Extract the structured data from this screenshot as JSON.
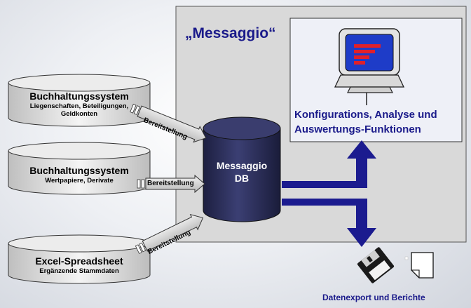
{
  "title": "„Messaggio“",
  "sources": [
    {
      "title": "Buchhaltungssystem",
      "subtitle_lines": [
        "Liegenschaften, Beteiligungen,",
        "Geldkonten"
      ]
    },
    {
      "title": "Buchhaltungssystem",
      "subtitle_lines": [
        "Wertpapiere, Derivate"
      ]
    },
    {
      "title": "Excel-Spreadsheet",
      "subtitle_lines": [
        "Ergänzende Stammdaten"
      ]
    }
  ],
  "arrow_label": "Bereitstellung",
  "database": {
    "line1": "Messaggio",
    "line2": "DB"
  },
  "functions": {
    "line1": "Konfigurations, Analyse und",
    "line2": "Auswertungs-Funktionen"
  },
  "export_label": "Datenexport und Berichte",
  "colors": {
    "title_text": "#1a1a8a",
    "panel_bg": "#d9d9d9",
    "db": "#2c2f5c",
    "arrow": "#1b1b8f",
    "monitor_screen": "#1e3cc8",
    "monitor_bars": "#e0202a"
  },
  "icons": [
    "monitor-icon",
    "floppy-disk-icon",
    "document-icon"
  ]
}
